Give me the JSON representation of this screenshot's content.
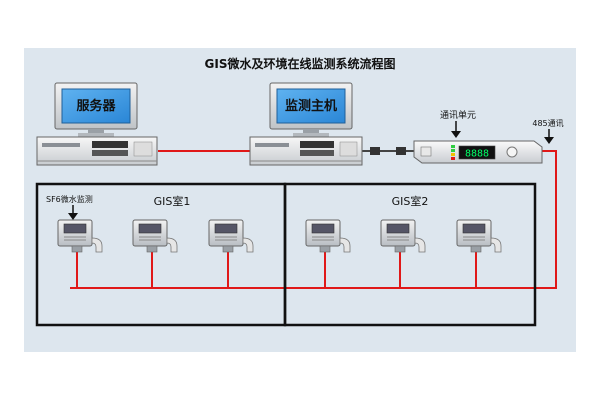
{
  "diagram": {
    "title": "GIS微水及环境在线监测系统流程图",
    "server_label": "服务器",
    "monitor_label": "监测主机",
    "comm_unit_label": "通讯单元",
    "rs485_label": "485通讯",
    "device_display": "8888",
    "sensor_callout": "SF6微水监测",
    "room1_label": "GIS室1",
    "room2_label": "GIS室2",
    "colors": {
      "background": "#dde6ee",
      "wire": "#e01818",
      "room_border": "#111111",
      "screen": "#2c8fe0",
      "device_display": "#00ff66"
    }
  }
}
